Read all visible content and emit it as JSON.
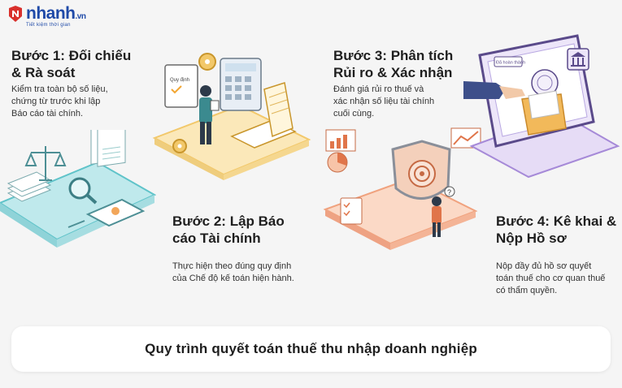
{
  "brand": {
    "name": "nhanh",
    "suffix": ".vn",
    "tagline": "Tiết kiệm thời gian",
    "color": "#1f4aa8",
    "accent": "#d9302c"
  },
  "steps": [
    {
      "title": "Bước 1: Đối chiếu\n& Rà soát",
      "description": "Kiểm tra toàn bộ số liệu,\nchứng từ trước khi lập\nBáo cáo tài chính.",
      "color": "#5fc3c9"
    },
    {
      "title": "Bước 2: Lập Báo\ncáo Tài chính",
      "description": "Thực hiện theo đúng quy định\ncủa Chế độ kế toán hiện hành.",
      "color": "#f2c86a"
    },
    {
      "title": "Bước 3: Phân tích\nRủi ro & Xác nhận",
      "description": "Đánh giá rủi ro thuế và\nxác nhận số liệu tài chính\ncuối cùng.",
      "color": "#f0a27e"
    },
    {
      "title": "Bước 4: Kê khai &\nNộp Hồ sơ",
      "description": "Nộp đầy đủ hồ sơ quyết\ntoán thuế cho cơ quan thuế\ncó thẩm quyền.",
      "color": "#a68ad8"
    }
  ],
  "illustration_labels": {
    "quy_dinh": "Quy định",
    "da_hoan_thanh": "Đã hoàn thành"
  },
  "banner": {
    "text": "Quy trình quyết toán thuế thu nhập doanh nghiệp"
  }
}
